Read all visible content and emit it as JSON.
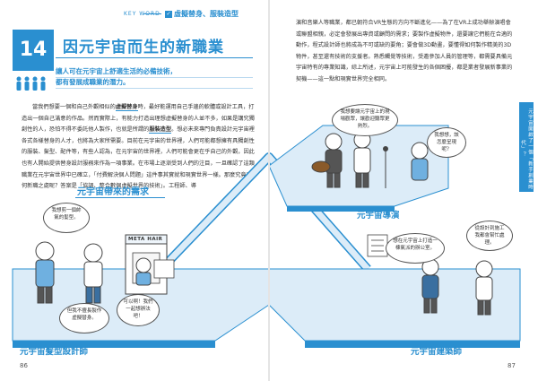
{
  "header": {
    "keyword_label": "KEY WORD",
    "keyword": "虛擬替身、服裝造型"
  },
  "chapter": {
    "number": "14",
    "title": "因元宇宙而生的新職業"
  },
  "lead": [
    "讓人可在元宇宙上舒適生活的必備技術，",
    "都有發展成職業的潛力。"
  ],
  "left_body": {
    "p1_a": "當我們想要一個和自己外觀相似的",
    "p1_hl1": "虛擬替身",
    "p1_b": "時，最好能運用自己手邊的軟體或設計工具，打造出一個自己滿意的作品。然而實際上，有能力打造出理想虛擬替身的人並不多，如果是講究獨創性的人，恐怕不得不委託他人製作，也就是所謂的",
    "p1_hl2": "服裝造型",
    "p1_c": "。想必未來專門負責設計元宇宙裡各式各樣替身的人才，也將為大家所需要。目前在元宇宙的世界裡，人們可能都想擁有具獨創性的服裝、髮型、配件等，有些人認為，在元宇宙的世界裡，人們可能會更在乎自己的外觀，因此也有人開始提供替身設計服務來作為一項事業。在市場上逐漸受到人們的注目，一旦確認了這類職業在元宇宙世界中已確立，「付費解決個人問題」這件事其實就和現實世界一樣。那麼究竟有何新職之處呢？答案是「協調、整合數個虛擬世界的技術」。工程師、導"
  },
  "right_body": "演和音樂人等職業，都已朝符合VR生態的方向不斷進化——為了在VR上成功舉辦演唱會或聯盟相親，必定會發展出專資或顧問的需求；要製作虛擬物件，還要讓它們能在合適的動作，程式設計師也將成為不可或缺的要角；要會做3D動畫，要懂得如何製作精美的3D物件，甚至還有技術的支援者。熟悉觸覺等技術，受邀參加人員的管理等，都需要具備元宇宙特有的專業知識，綜上所述，元宇宙上可能發生的各個困擾，都是業者發展新事業的契機——這一點和現實世界完全相同。",
  "sections": {
    "avatar_heading": "元宇宙帶來的需求",
    "designer_label": "元宇宙髮型設計師",
    "director_label": "元宇宙導演",
    "architect_label": "元宇宙建築師"
  },
  "bubbles": {
    "want_hair": "我想剪一個帥氣的髮型。",
    "cant_do": "但我不擅長製作虛擬替身。",
    "ok": "可以啊！我們一起想辦法吧！",
    "director_q": "我想要讓元宇宙上的現場觀眾，讓歡迎聽眾更熱烈。",
    "director_a": "我想想，該怎麼呈現呢？",
    "architect_q": "想在元宇宙上打造一棟氣派的辦公室。",
    "architect_a": "從設計到施工我都會幫忙處理。"
  },
  "shop_sign": "META HAIR",
  "side_tab": "元宇宙開啟了一個「新手創業時代」？",
  "pages": {
    "left": "86",
    "right": "87"
  }
}
